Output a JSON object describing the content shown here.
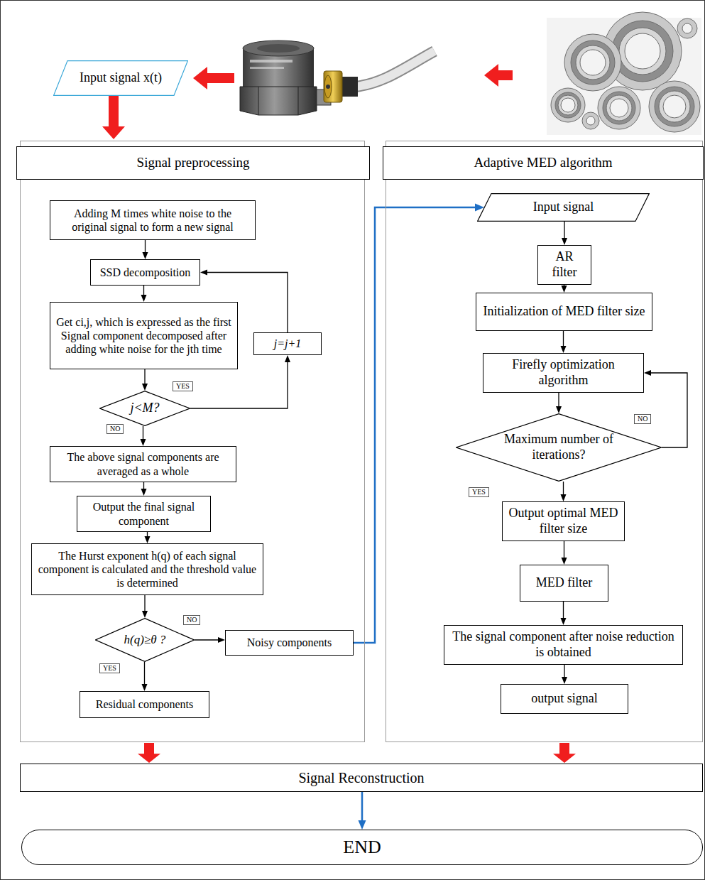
{
  "diagram": {
    "nodes": [
      {
        "text": [
          "Input signal x(t)"
        ]
      },
      {
        "text": [
          "Signal preprocessing"
        ]
      },
      {
        "text": [
          "Adding M times white noise to the original signal to form a new signal"
        ],
        "in": 1
      },
      {
        "text": [
          "SSD decomposition"
        ],
        "in": 1
      },
      {
        "text": [
          "Get ci,j, which is expressed as the first Signal component decomposed after adding white noise for the jth time"
        ],
        "in": 1
      },
      {
        "text": [
          "j<M?"
        ],
        "in": 1
      },
      {
        "text": [
          "j=j+1"
        ],
        "in": 1
      },
      {
        "text": [
          "The above signal components are averaged as a whole"
        ],
        "in": 1
      },
      {
        "text": [
          "Output the final signal component"
        ],
        "in": 1
      },
      {
        "text": [
          "The Hurst exponent h(q) of each signal component is calculated and the threshold value is determined"
        ],
        "in": 1
      },
      {
        "text": [
          "h(q)≥θ ?"
        ],
        "in": 1
      },
      {
        "text": [
          "Noisy components"
        ],
        "in": 1
      },
      {
        "text": [
          "Residual components"
        ],
        "in": 1
      },
      {
        "text": [
          "Adaptive MED algorithm"
        ]
      },
      {
        "text": [
          "Input signal"
        ],
        "in": 13
      },
      {
        "text": [
          "AR filter"
        ],
        "in": 13
      },
      {
        "text": [
          "Initialization of MED filter size"
        ],
        "in": 13
      },
      {
        "text": [
          "Firefly optimization algorithm"
        ],
        "in": 13
      },
      {
        "text": [
          "Maximum number of iterations?"
        ],
        "in": 13
      },
      {
        "text": [
          "Output optimal MED filter size"
        ],
        "in": 13
      },
      {
        "text": [
          "MED filter"
        ],
        "in": 13
      },
      {
        "text": [
          "The signal component after noise reduction is obtained"
        ],
        "in": 13
      },
      {
        "text": [
          "output signal"
        ],
        "in": 13
      },
      {
        "text": [
          "Signal Reconstruction"
        ]
      },
      {
        "text": [
          "END"
        ]
      }
    ],
    "edges": [
      {
        "from": 0,
        "to": 1,
        "arrow": "to"
      },
      {
        "from": 2,
        "to": 3,
        "arrow": "to"
      },
      {
        "from": 3,
        "to": 4,
        "arrow": "to"
      },
      {
        "from": 4,
        "to": 5,
        "arrow": "to"
      },
      {
        "from": 5,
        "to": 6,
        "label": "YES",
        "arrow": "to"
      },
      {
        "from": 6,
        "to": 3,
        "arrow": "to"
      },
      {
        "from": 5,
        "to": 7,
        "label": "NO",
        "arrow": "to"
      },
      {
        "from": 7,
        "to": 8,
        "arrow": "to"
      },
      {
        "from": 8,
        "to": 9,
        "arrow": "to"
      },
      {
        "from": 9,
        "to": 10,
        "arrow": "to"
      },
      {
        "from": 10,
        "to": 11,
        "label": "NO",
        "arrow": "to"
      },
      {
        "from": 10,
        "to": 12,
        "label": "YES",
        "arrow": "to"
      },
      {
        "from": 11,
        "to": 14,
        "arrow": "to"
      },
      {
        "from": 14,
        "to": 15,
        "arrow": "to"
      },
      {
        "from": 15,
        "to": 16,
        "arrow": "to"
      },
      {
        "from": 16,
        "to": 17,
        "arrow": "to"
      },
      {
        "from": 17,
        "to": 18,
        "arrow": "to"
      },
      {
        "from": 18,
        "to": 17,
        "label": "NO",
        "arrow": "to"
      },
      {
        "from": 18,
        "to": 19,
        "label": "YES",
        "arrow": "to"
      },
      {
        "from": 19,
        "to": 20,
        "arrow": "to"
      },
      {
        "from": 20,
        "to": 21,
        "arrow": "to"
      },
      {
        "from": 21,
        "to": 22,
        "arrow": "to"
      },
      {
        "from": 1,
        "to": 23,
        "arrow": "to"
      },
      {
        "from": 13,
        "to": 23,
        "arrow": "to"
      },
      {
        "from": 23,
        "to": 24,
        "arrow": "to"
      }
    ]
  }
}
